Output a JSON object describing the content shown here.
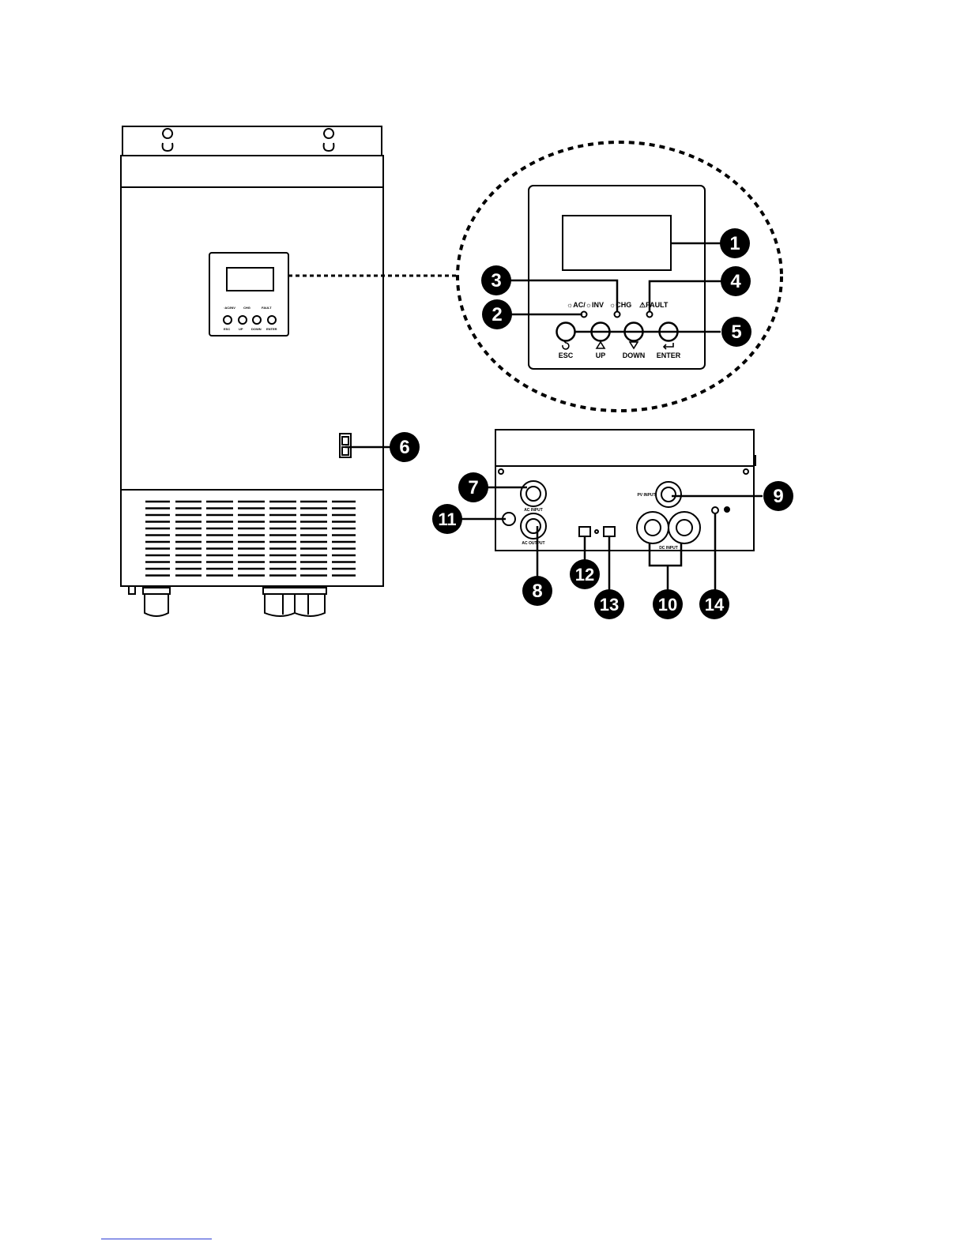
{
  "panel": {
    "led_acinv": "☼AC/☼INV",
    "led_chg": "☼CHG",
    "led_fault": "⚠FAULT",
    "btn_esc": "ESC",
    "btn_up": "UP",
    "btn_down": "DOWN",
    "btn_enter": "ENTER"
  },
  "bottom_labels": {
    "ac_input": "AC INPUT",
    "ac_output": "AC OUTPUT",
    "pv_input": "PV INPUT",
    "dc_input": "DC INPUT"
  },
  "callouts": [
    "1",
    "2",
    "3",
    "4",
    "5",
    "6",
    "7",
    "8",
    "9",
    "10",
    "11",
    "12",
    "13",
    "14"
  ],
  "colors": {
    "line": "#000000",
    "badge": "#000000",
    "badge_text": "#ffffff",
    "link": "#2b3bd6"
  }
}
